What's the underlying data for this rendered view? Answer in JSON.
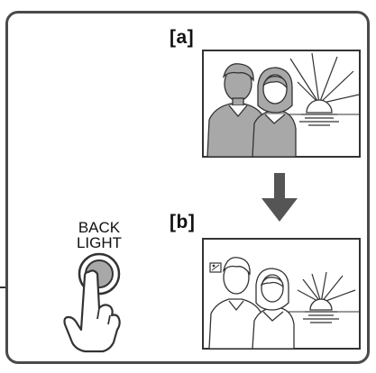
{
  "labels": {
    "a": "[a]",
    "b": "[b]"
  },
  "button": {
    "line1": "BACK",
    "line2": "LIGHT"
  },
  "colors": {
    "frame": "#4a4a4a",
    "people_fill": "#a8a8a8",
    "button_fill": "#a8a8a8",
    "arrow": "#555555"
  },
  "icons": {
    "backlight_indicator": "backlight-icon"
  }
}
